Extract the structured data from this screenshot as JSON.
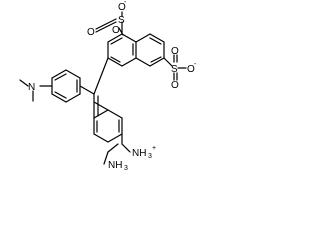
{
  "molecule": {
    "labels": {
      "sulfonate_top": {
        "o_charged": "O",
        "charge": "-",
        "s": "S",
        "o_left": "O",
        "o_below": "O"
      },
      "sulfonate_right": {
        "s": "S",
        "o_charged": "O",
        "charge": "-",
        "o_above": "O",
        "o_below": "O"
      },
      "dimethylamino": {
        "n": "N"
      },
      "ammonium_upper": {
        "group": "NH",
        "sub": "3",
        "charge": "+"
      },
      "ammonium_lower": {
        "group": "NH",
        "sub": "3"
      }
    },
    "colors": {
      "bond": "#000000",
      "text": "#000000",
      "background": "#ffffff"
    }
  }
}
